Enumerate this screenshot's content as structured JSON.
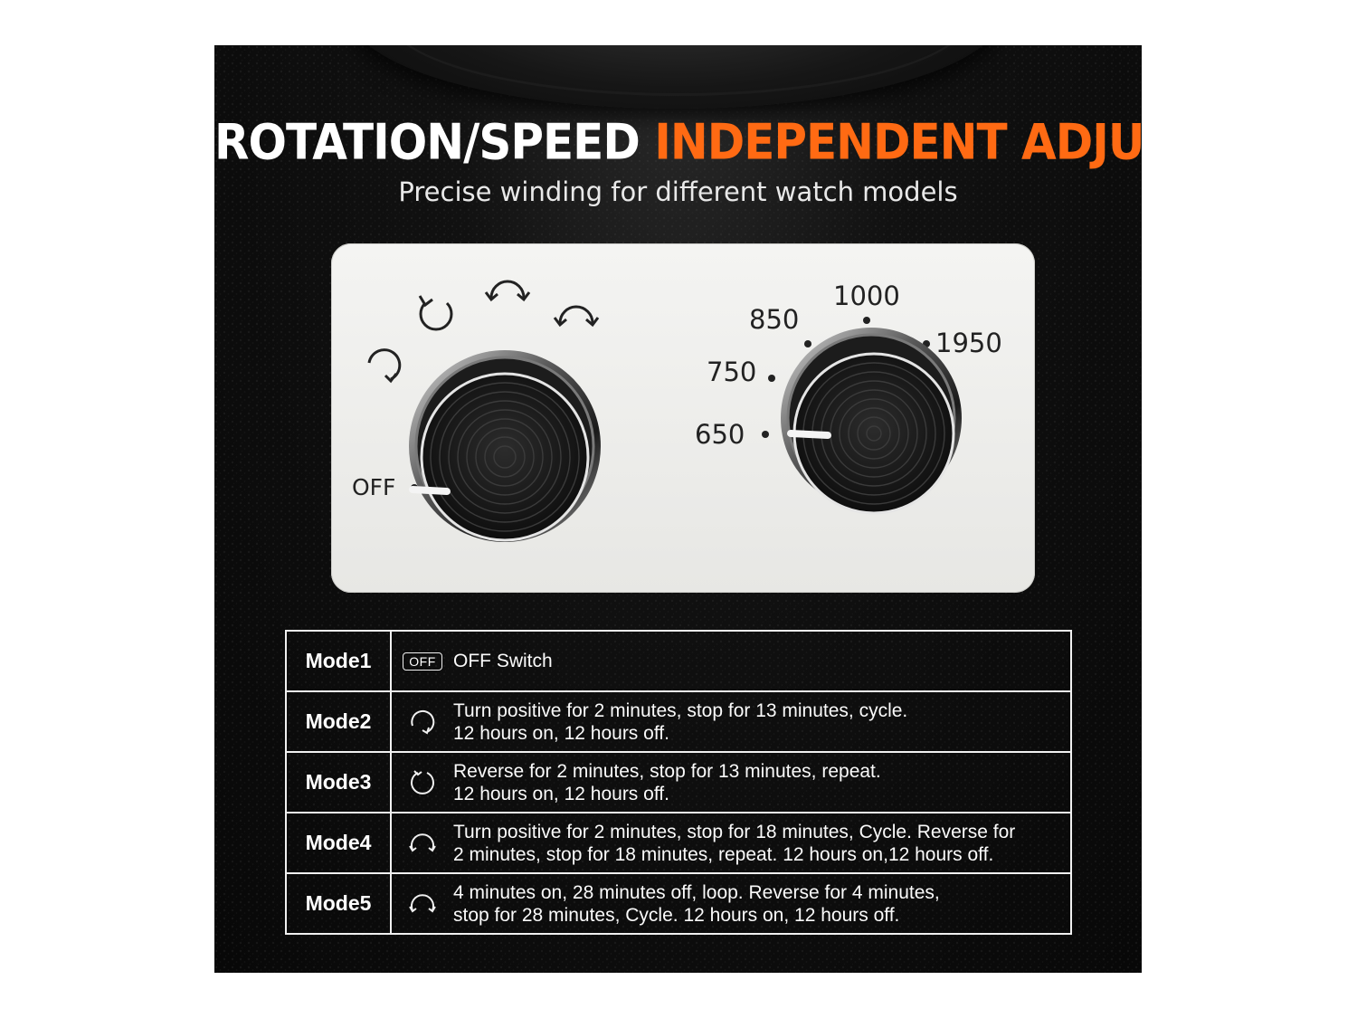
{
  "headline": {
    "part1": "ROTATION/SPEED",
    "part2": "INDEPENDENT ADJUSTMENT"
  },
  "subtitle": "Precise winding for different watch models",
  "left_dial": {
    "off_label": "OFF"
  },
  "right_dial": {
    "labels": [
      "650",
      "750",
      "850",
      "1000",
      "1950"
    ]
  },
  "modes": [
    {
      "name": "Mode1",
      "icon": "off-badge-icon",
      "badge": "OFF",
      "lines": [
        "OFF Switch"
      ]
    },
    {
      "name": "Mode2",
      "icon": "clockwise-rotation-icon",
      "lines": [
        "Turn positive for 2 minutes, stop for 13 minutes, cycle.",
        "12 hours on, 12 hours off."
      ]
    },
    {
      "name": "Mode3",
      "icon": "counterclockwise-rotation-icon",
      "lines": [
        "Reverse for 2 minutes, stop for 13 minutes, repeat.",
        "12 hours on, 12 hours off."
      ]
    },
    {
      "name": "Mode4",
      "icon": "bidirectional-rotation-icon",
      "lines": [
        "Turn positive for 2 minutes, stop for 18 minutes, Cycle. Reverse for",
        "2 minutes, stop for 18 minutes, repeat. 12 hours on,12 hours off."
      ]
    },
    {
      "name": "Mode5",
      "icon": "bidirectional-rotation-icon",
      "lines": [
        "4 minutes on, 28 minutes off, loop. Reverse for 4 minutes,",
        "stop for 28 minutes, Cycle. 12 hours on, 12 hours off."
      ]
    }
  ],
  "colors": {
    "accent": "#ff6a13",
    "background": "#0c0c0c",
    "plate": "#ececea"
  }
}
